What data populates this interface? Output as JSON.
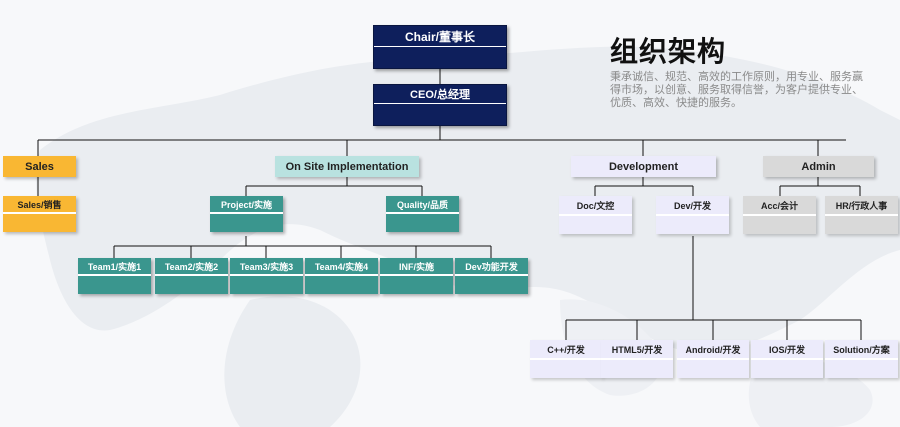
{
  "title": "组织架构",
  "description": "秉承诚信、规范、高效的工作原则，用专业、服务赢得市场，以创意、服务取得信誉，为客户提供专业、优质、高效、快捷的服务。",
  "colors": {
    "navy": "#0e1f5c",
    "teal": "#3a968e",
    "yellow": "#f9b733",
    "lavender": "#ecebfb",
    "grey": "#d9d9d9",
    "line": "#111111"
  },
  "chair": {
    "label": "Chair/董事长"
  },
  "ceo": {
    "label": "CEO/总经理"
  },
  "departments": {
    "sales": "Sales",
    "onsite": "On Site Implementation",
    "development": "Development",
    "admin": "Admin"
  },
  "sales_units": [
    "Sales/销售"
  ],
  "onsite_units": [
    "Project/实施",
    "Quality/品质"
  ],
  "project_teams": [
    "Team1/实施1",
    "Team2/实施2",
    "Team3/实施3",
    "Team4/实施4",
    "INF/实施",
    "Dev功能开发"
  ],
  "dev_units": [
    "Doc/文控",
    "Dev/开发"
  ],
  "admin_units": [
    "Acc/会计",
    "HR/行政人事"
  ],
  "dev_teams": [
    "C++/开发",
    "HTML5/开发",
    "Android/开发",
    "IOS/开发",
    "Solution/方案"
  ]
}
